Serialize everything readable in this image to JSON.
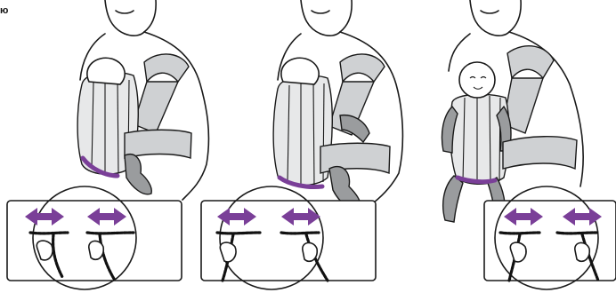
{
  "header": {
    "corner_text": "ю"
  },
  "colors": {
    "accent": "#7a3f98",
    "fabric": "#cfd1d3",
    "fabric_light": "#e7e8e9",
    "outline": "#1a1a1a"
  },
  "panels": [
    {
      "label": "newborn-position-close"
    },
    {
      "label": "newborn-position-wide"
    },
    {
      "label": "baby-position-wide"
    }
  ]
}
